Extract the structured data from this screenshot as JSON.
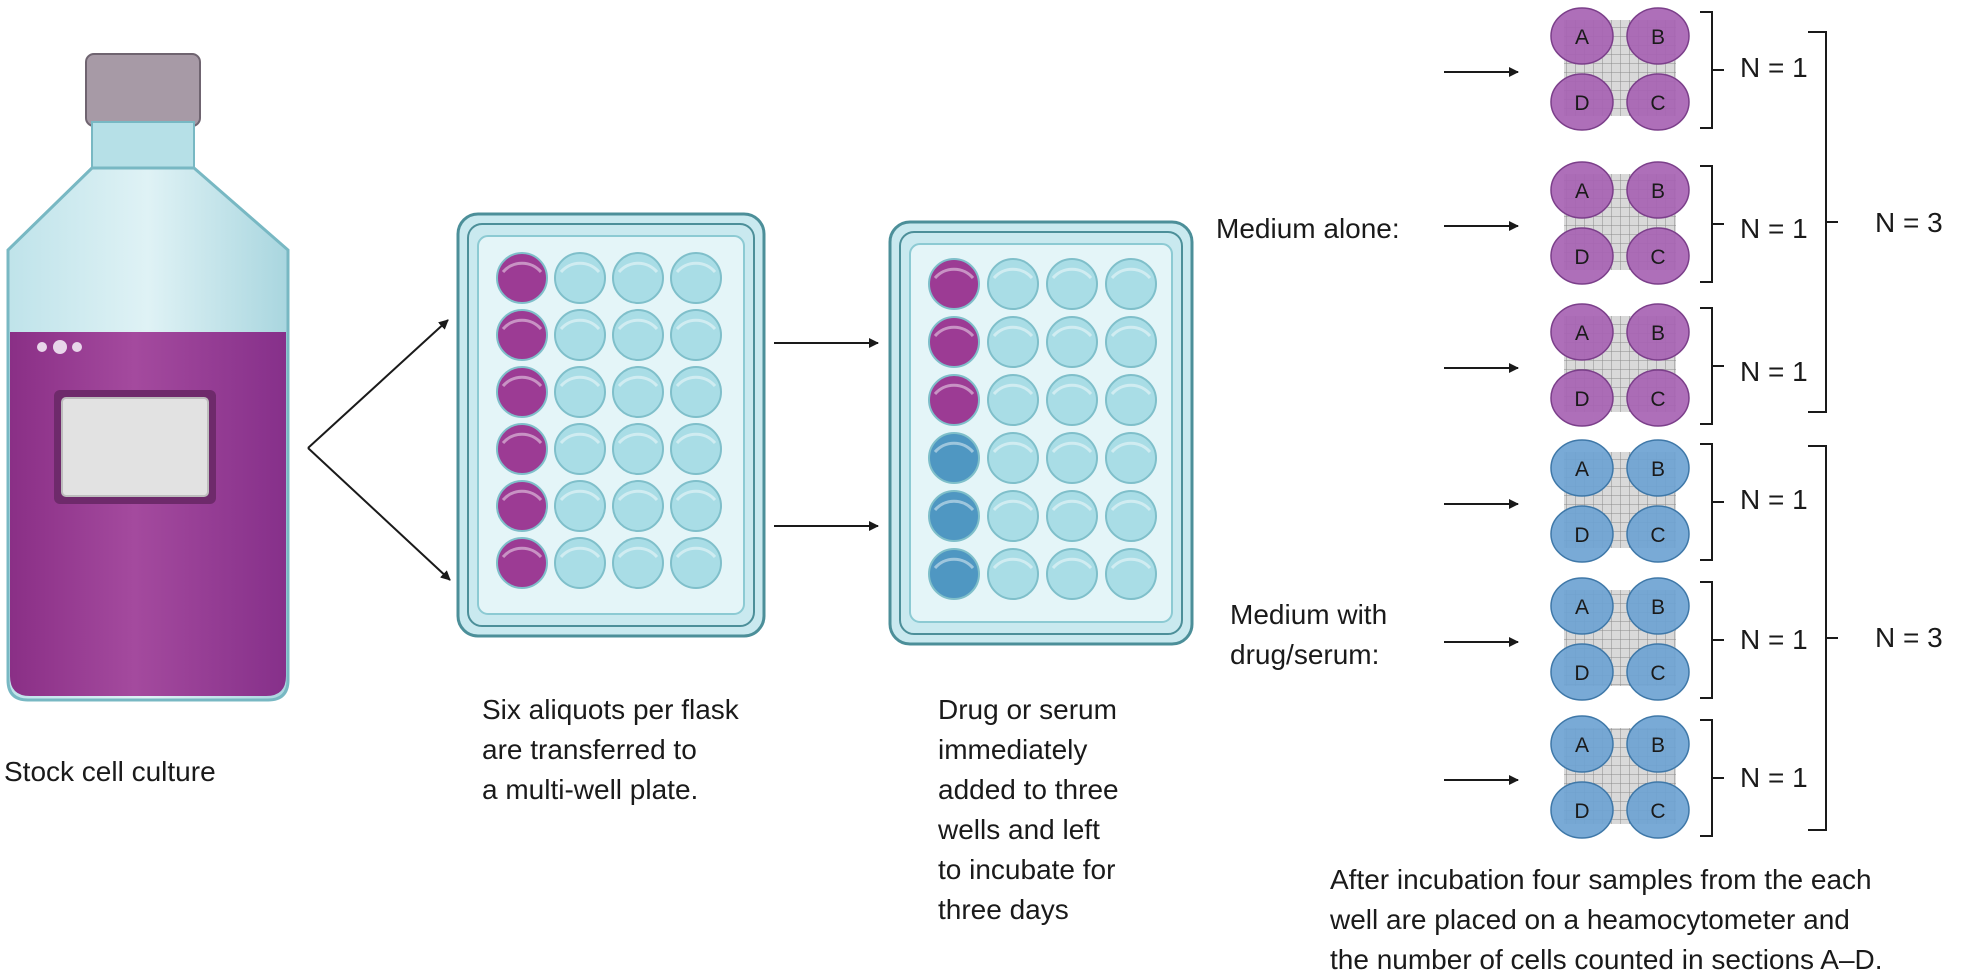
{
  "labels": {
    "stock": "Stock cell culture",
    "aliquots": "Six aliquots per flask\nare transferred to\na multi-well plate.",
    "drug": "Drug or serum\nimmediately\nadded to three\nwells and left\nto incubate for\nthree days",
    "medium_alone": "Medium alone:",
    "medium_drug": "Medium with\ndrug/serum:",
    "after": "After incubation four samples from the each\nwell are placed on a heamocytometer and\nthe number of cells counted in sections A–D."
  },
  "sample_label": "N = 1",
  "group_label": "N = 3",
  "quadrants": [
    "A",
    "B",
    "D",
    "C"
  ],
  "colors": {
    "culture_purple": "#9c3b94",
    "empty_well": "#a9dde6",
    "treated_blue": "#4f97c2",
    "count_purple": "#a763b3",
    "count_blue": "#6ea3d3"
  },
  "plates": [
    {
      "name": "plate-1",
      "filled_rows": 6,
      "treated_rows": 0
    },
    {
      "name": "plate-2",
      "filled_rows": 3,
      "treated_rows": 3
    }
  ]
}
